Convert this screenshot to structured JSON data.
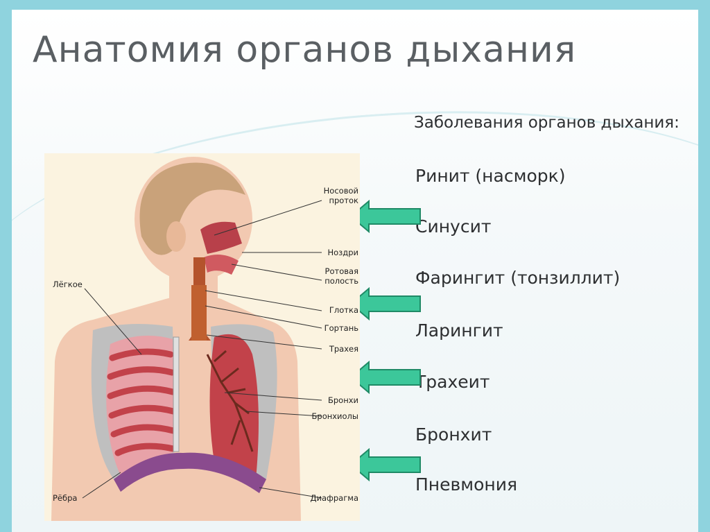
{
  "title": "Анатомия органов дыхания",
  "subtitle": "Заболевания органов дыхания:",
  "diseases": [
    "Ринит (насморк)",
    "Синусит",
    "Фарингит (тонзиллит)",
    "Ларингит",
    "Трахеит",
    "Бронхит",
    "Пневмония"
  ],
  "labels": {
    "nasal_duct_1": "Носовой",
    "nasal_duct_2": "проток",
    "nostrils": "Ноздри",
    "oral_1": "Ротовая",
    "oral_2": "полость",
    "pharynx": "Глотка",
    "larynx": "Гортань",
    "trachea": "Трахея",
    "bronchi": "Бронхи",
    "bronchioles": "Бронхиолы",
    "diaphragm": "Диафрагма",
    "lung": "Лёгкое",
    "ribs": "Рёбра"
  },
  "colors": {
    "arrow": "#3cc79a",
    "arrow_border": "#1f8a66",
    "lung": "#c2424a",
    "skin": "#f2c9b1",
    "hair": "#c9a27a"
  }
}
